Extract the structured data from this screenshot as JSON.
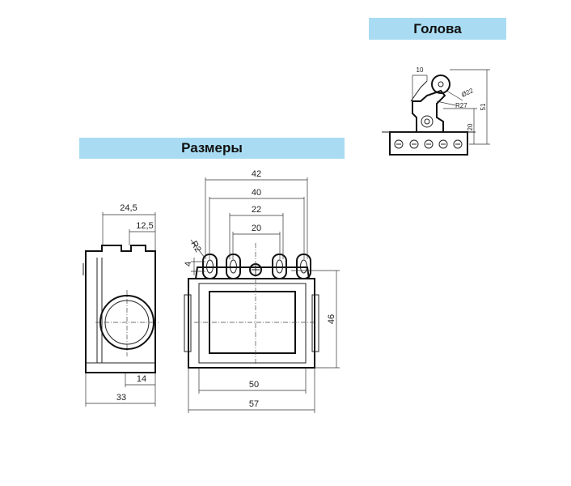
{
  "banners": {
    "head": "Голова",
    "dimensions": "Размеры"
  },
  "head_dims": {
    "d10": "10",
    "d22": "Ø22",
    "r27": "R27",
    "d51": "51",
    "d20": "20"
  },
  "side_dims": {
    "d24_5": "24,5",
    "d12_5": "12,5",
    "d14": "14",
    "d33": "33"
  },
  "front_dims": {
    "d42": "42",
    "d40": "40",
    "d22": "22",
    "d20": "20",
    "r2": "R2",
    "d4": "4",
    "d46": "46",
    "d50": "50",
    "d57": "57"
  }
}
